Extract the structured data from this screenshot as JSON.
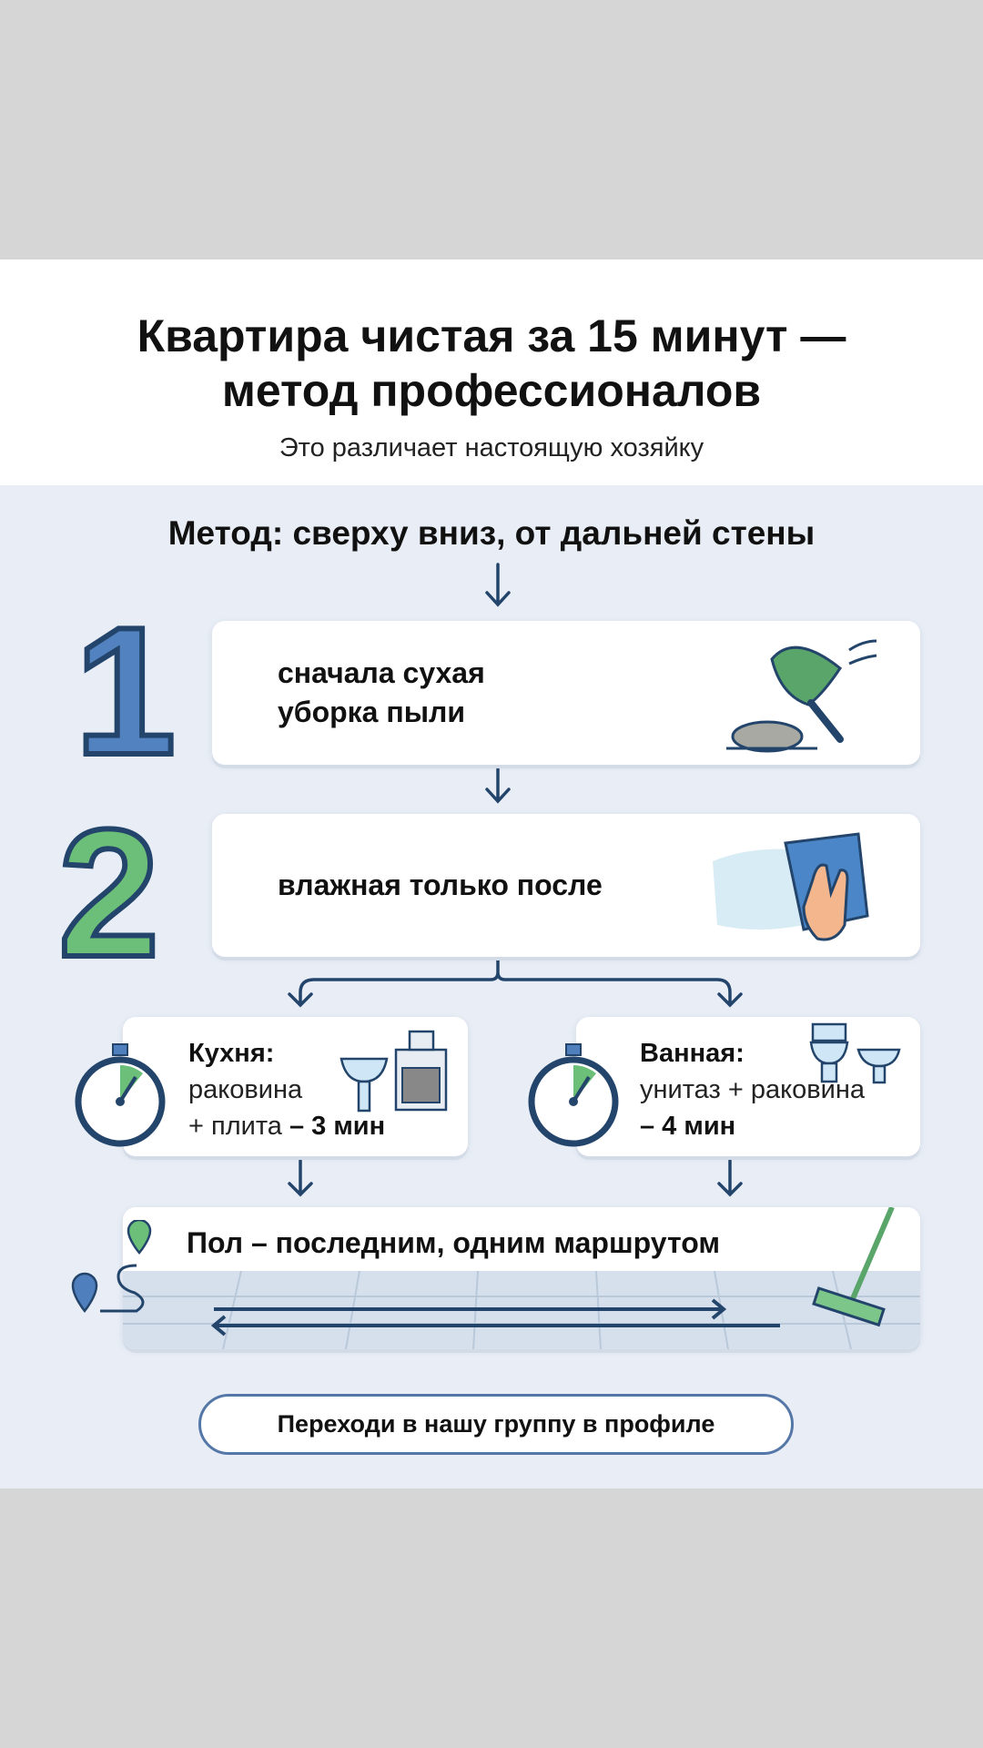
{
  "header": {
    "title_line1": "Квартира чистая за 15 минут —",
    "title_line2": "метод профессионалов",
    "subtitle": "Это различает настоящую хозяйку"
  },
  "method": "Метод: сверху вниз, от дальней стены",
  "steps": [
    {
      "number": "1",
      "line1": "сначала сухая",
      "line2": "уборка пыли",
      "icon": "duster-icon"
    },
    {
      "number": "2",
      "text": "влажная только после",
      "icon": "cloth-hand-icon"
    }
  ],
  "rooms": [
    {
      "title": "Кухня:",
      "line1": "раковина",
      "line2_prefix": "+ плита ",
      "time": "– 3 мин"
    },
    {
      "title": "Ванная:",
      "line1": "унитаз + раковина",
      "time": "– 4 мин"
    }
  ],
  "floor": {
    "text": "Пол – последним, одним маршрутом"
  },
  "cta": "Переходи в нашу группу в профиле",
  "colors": {
    "blue": "#4f7fbd",
    "green": "#5cb86a",
    "navy": "#24456b",
    "bg": "#e9eef6"
  }
}
